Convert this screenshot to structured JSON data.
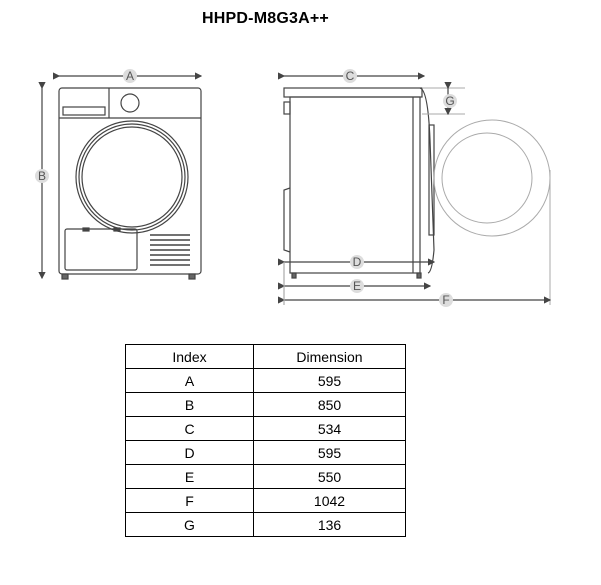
{
  "title": "HHPD-M8G3A++",
  "diagram": {
    "front_view": {
      "labels": [
        "A",
        "B"
      ]
    },
    "side_view": {
      "labels": [
        "C",
        "G",
        "D",
        "E",
        "F"
      ]
    }
  },
  "table": {
    "headers": [
      "Index",
      "Dimension"
    ],
    "rows": [
      {
        "index": "A",
        "dimension": "595"
      },
      {
        "index": "B",
        "dimension": "850"
      },
      {
        "index": "C",
        "dimension": "534"
      },
      {
        "index": "D",
        "dimension": "595"
      },
      {
        "index": "E",
        "dimension": "550"
      },
      {
        "index": "F",
        "dimension": "1042"
      },
      {
        "index": "G",
        "dimension": "136"
      }
    ]
  }
}
